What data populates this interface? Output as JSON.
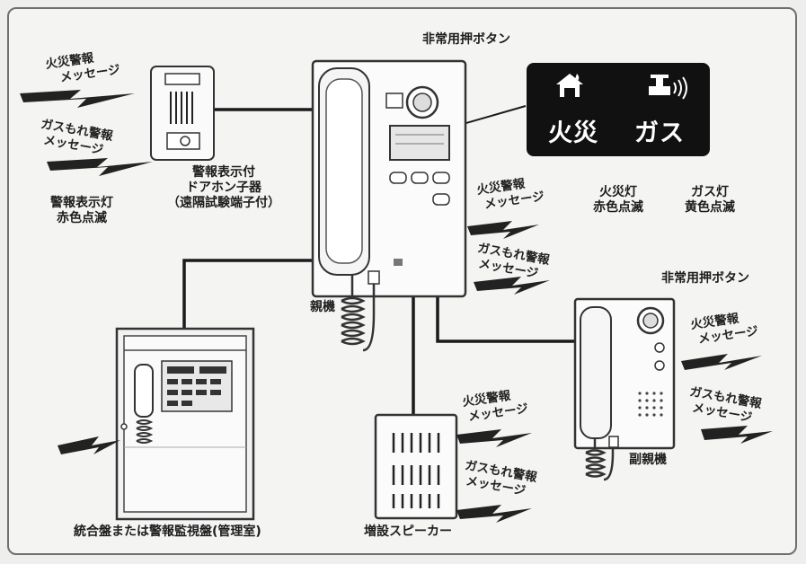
{
  "labels": {
    "emergency_button_top": "非常用押ボタン",
    "emergency_button_sub": "非常用押ボタン",
    "doorphone": [
      "警報表示付",
      "ドアホン子器",
      "（遠隔試験端子付）"
    ],
    "alarm_lamp": [
      "警報表示灯",
      "赤色点滅"
    ],
    "fire_lamp": [
      "火災灯",
      "赤色点滅"
    ],
    "gas_lamp": [
      "ガス灯",
      "黄色点滅"
    ],
    "master_unit": "親機",
    "sub_master_unit": "副親機",
    "extension_speaker": "増設スピーカー",
    "control_panel": "統合盤または警報監視盤(管理室)"
  },
  "panel": {
    "fire_word": "火災",
    "gas_word": "ガス"
  },
  "messages": {
    "fire": [
      "火災警報",
      "メッセージ"
    ],
    "gas": [
      "ガスもれ警報",
      "メッセージ"
    ]
  },
  "colors": {
    "panel_bg": "#111111",
    "panel_text": "#ffffff",
    "wire": "#1a1a1a"
  },
  "icons": [
    "fire-house-icon",
    "gas-valve-icon",
    "speaker-grille-icon",
    "zigzag-sound-icon"
  ]
}
